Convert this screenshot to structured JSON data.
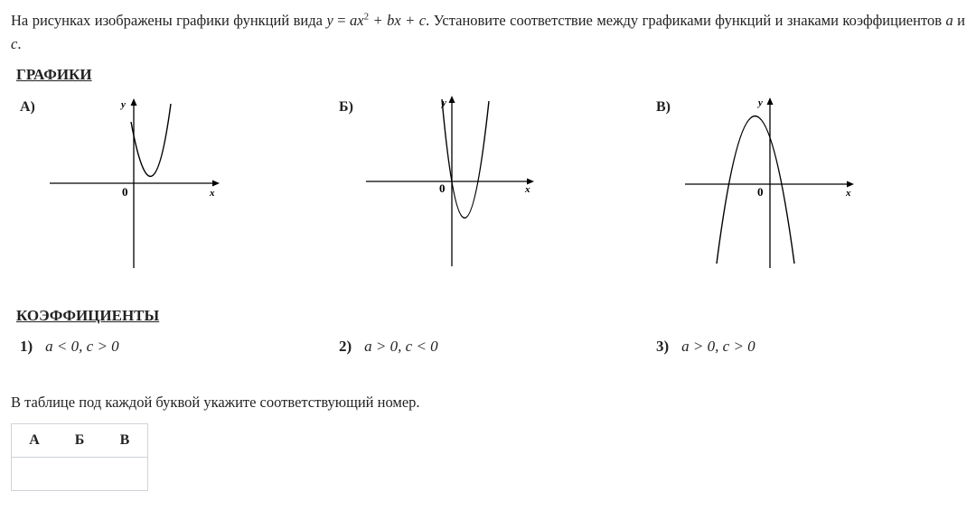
{
  "task": {
    "pre": "На рисунках изображены графики функций вида ",
    "eq_y": "y",
    "eq_eq": " = ",
    "eq_a": "ax",
    "eq_exp": "2",
    "eq_rest": " + bx + c",
    "mid": ". Установите соответствие между графиками функций и знаками коэффициентов ",
    "var_a": "a",
    "and": " и ",
    "var_c": "c",
    "end": "."
  },
  "graphs_header": "ГРАФИКИ",
  "graphs": [
    {
      "label": "А)",
      "y_axis": "y",
      "x_axis": "x",
      "origin": "0"
    },
    {
      "label": "Б)",
      "y_axis": "y",
      "x_axis": "x",
      "origin": "0"
    },
    {
      "label": "В)",
      "y_axis": "y",
      "x_axis": "x",
      "origin": "0"
    }
  ],
  "coef_header": "КОЭФФИЦИЕНТЫ",
  "coefficients": [
    {
      "num": "1)",
      "text": "a < 0, c > 0"
    },
    {
      "num": "2)",
      "text": "a > 0, c < 0"
    },
    {
      "num": "3)",
      "text": "a > 0, c > 0"
    }
  ],
  "instruction": "В таблице под каждой буквой укажите соответствующий номер.",
  "answer_table": {
    "headers": [
      "А",
      "Б",
      "В"
    ],
    "values": [
      "",
      "",
      ""
    ]
  }
}
